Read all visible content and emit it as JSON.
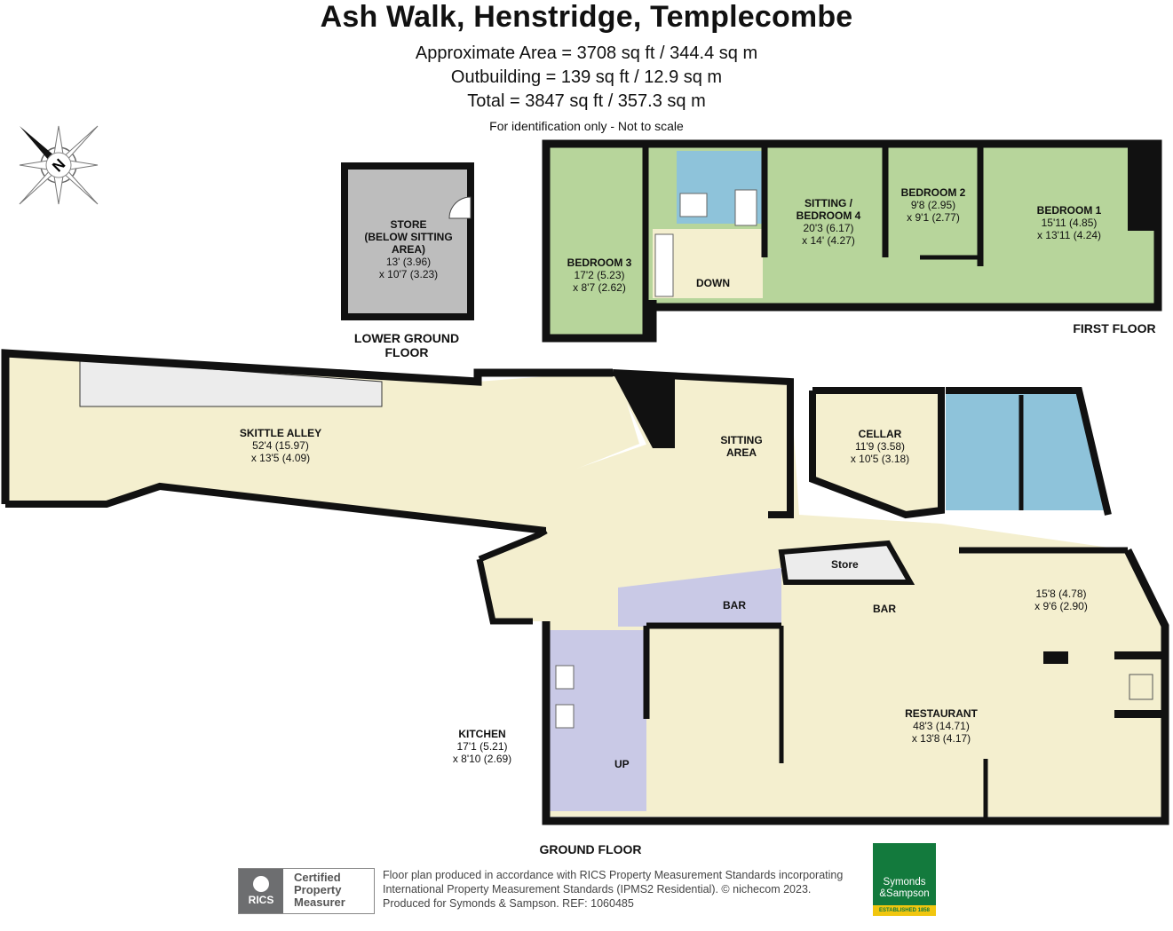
{
  "header": {
    "title": "Ash Walk, Henstridge, Templecombe",
    "area_main": "Approximate Area = 3708 sq ft / 344.4 sq m",
    "area_outbuilding": "Outbuilding = 139 sq ft / 12.9 sq m",
    "area_total": "Total = 3847 sq ft / 357.3 sq m",
    "note": "For identification only - Not to scale"
  },
  "compass": {
    "label": "N",
    "icon": "compass-rose-icon"
  },
  "colors": {
    "wall": "#111111",
    "living": "#f4efcf",
    "bedroom": "#b7d59b",
    "bathroom": "#8ec3da",
    "kitchen": "#c9c9e6",
    "store_lower": "#bdbdbd",
    "void": "#ececec"
  },
  "floors": {
    "lower_ground": "LOWER GROUND FLOOR",
    "first": "FIRST FLOOR",
    "ground": "GROUND FLOOR"
  },
  "rooms": {
    "store_lower": {
      "name_1": "STORE",
      "name_2": "(BELOW SITTING",
      "name_3": "AREA)",
      "dim_1": "13' (3.96)",
      "dim_2": "x 10'7 (3.23)"
    },
    "bedroom3": {
      "name": "BEDROOM 3",
      "dim_1": "17'2 (5.23)",
      "dim_2": "x 8'7 (2.62)"
    },
    "sitting_bedroom4": {
      "name_1": "SITTING /",
      "name_2": "BEDROOM 4",
      "dim_1": "20'3 (6.17)",
      "dim_2": "x 14' (4.27)"
    },
    "bedroom2": {
      "name": "BEDROOM 2",
      "dim_1": "9'8 (2.95)",
      "dim_2": "x 9'1 (2.77)"
    },
    "bedroom1": {
      "name": "BEDROOM 1",
      "dim_1": "15'11 (4.85)",
      "dim_2": "x 13'11 (4.24)"
    },
    "down": "DOWN",
    "skittle_alley": {
      "name": "SKITTLE ALLEY",
      "dim_1": "52'4 (15.97)",
      "dim_2": "x 13'5 (4.09)"
    },
    "sitting_area": {
      "name_1": "SITTING",
      "name_2": "AREA"
    },
    "cellar": {
      "name": "CELLAR",
      "dim_1": "11'9 (3.58)",
      "dim_2": "x 10'5 (3.18)"
    },
    "store_ground": "Store",
    "bar_1": "BAR",
    "bar_2": "BAR",
    "restaurant_part": {
      "dim_1": "15'8 (4.78)",
      "dim_2": "x 9'6 (2.90)"
    },
    "restaurant": {
      "name": "RESTAURANT",
      "dim_1": "48'3 (14.71)",
      "dim_2": "x 13'8 (4.17)"
    },
    "kitchen": {
      "name": "KITCHEN",
      "dim_1": "17'1 (5.21)",
      "dim_2": "x 8'10 (2.69)"
    },
    "up": "UP"
  },
  "footer": {
    "line_1": "Floor plan produced in accordance with RICS Property Measurement Standards incorporating",
    "line_2": "International Property Measurement Standards (IPMS2 Residential).  © nichecom 2023.",
    "line_3": "Produced for Symonds & Sampson.   REF:  1060485",
    "rics_logo": "RICS",
    "rics_cert_1": "Certified",
    "rics_cert_2": "Property",
    "rics_cert_3": "Measurer",
    "agent_1": "Symonds",
    "agent_2": "&Sampson",
    "agent_est": "ESTABLISHED 1858"
  }
}
